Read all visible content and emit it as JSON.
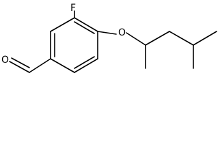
{
  "molecule": {
    "atom_labels": {
      "fluorine": "F",
      "ether_oxygen": "O",
      "aldehyde_oxygen": "O"
    },
    "colors": {
      "bond": "#000000",
      "label": "#000000",
      "background": "#ffffff"
    }
  }
}
